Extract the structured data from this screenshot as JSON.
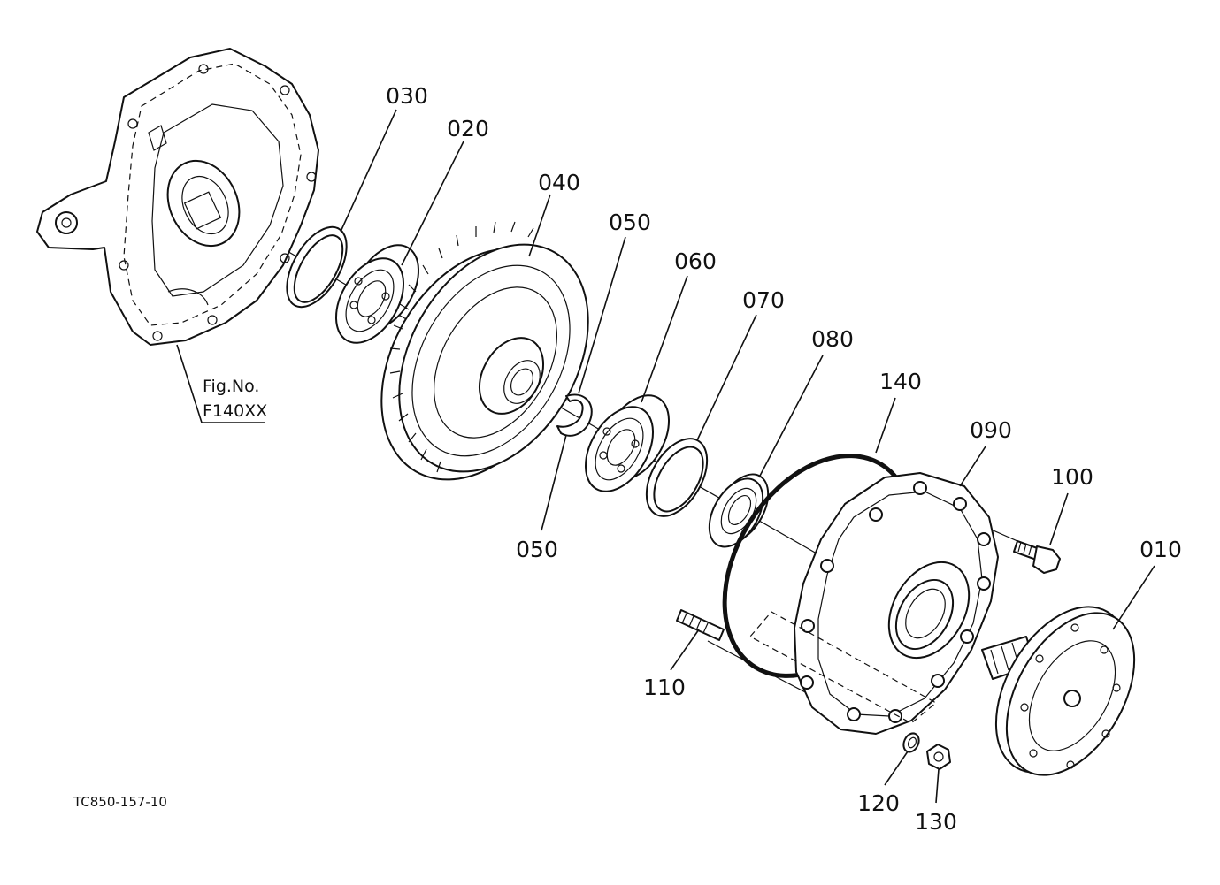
{
  "diagram": {
    "figure_reference": {
      "label": "Fig.No.",
      "number": "F140XX"
    },
    "drawing_code": "TC850-157-10",
    "callouts": {
      "p030": "030",
      "p020": "020",
      "p040": "040",
      "p050_upper": "050",
      "p060": "060",
      "p070": "070",
      "p080": "080",
      "p140": "140",
      "p090": "090",
      "p100": "100",
      "p010": "010",
      "p050_lower": "050",
      "p110": "110",
      "p120": "120",
      "p130": "130"
    }
  }
}
